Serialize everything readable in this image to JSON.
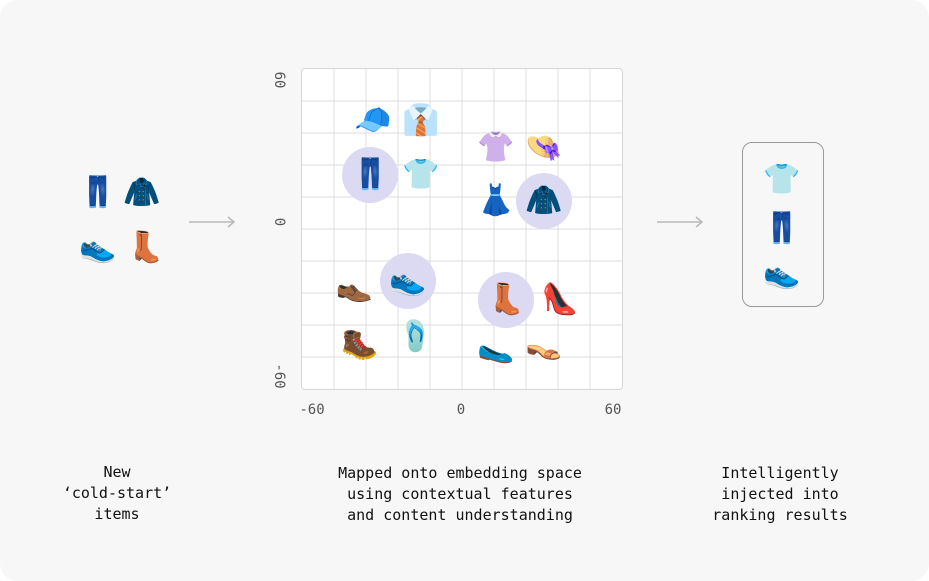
{
  "captions": {
    "left": "New\n‘cold-start’\nitems",
    "middle": "Mapped onto embedding space\nusing contextual features\nand content understanding",
    "right": "Intelligently\ninjected into\nranking results"
  },
  "cold_start_items": [
    {
      "icon": "jeans-icon",
      "glyph": "👖"
    },
    {
      "icon": "coat-icon",
      "glyph": "🧥"
    },
    {
      "icon": "sneaker-icon",
      "glyph": "👟"
    },
    {
      "icon": "boot-icon",
      "glyph": "👢"
    }
  ],
  "result_items": [
    {
      "icon": "polo-shirt-icon",
      "glyph": "👕"
    },
    {
      "icon": "jeans-icon",
      "glyph": "👖"
    },
    {
      "icon": "sneaker-icon",
      "glyph": "👟"
    }
  ],
  "colors": {
    "highlight": "#dcdaf3",
    "grid": "#dcdcdc",
    "arrow": "#b8b8b8"
  },
  "chart_data": {
    "type": "scatter",
    "xlim": [
      -60,
      60
    ],
    "ylim": [
      -60,
      60
    ],
    "xticks": [
      "-60",
      "0",
      "60"
    ],
    "yticks": [
      "60",
      "0",
      "-60"
    ],
    "grid": true,
    "points": [
      {
        "icon": "cap-icon",
        "glyph": "🧢",
        "x": -33,
        "y": 40,
        "highlight": false
      },
      {
        "icon": "shirt-tie-icon",
        "glyph": "👔",
        "x": -15,
        "y": 40,
        "highlight": false
      },
      {
        "icon": "jeans-icon",
        "glyph": "👖",
        "x": -34,
        "y": 20,
        "highlight": true
      },
      {
        "icon": "polo-shirt-icon",
        "glyph": "👕",
        "x": -15,
        "y": 20,
        "highlight": false
      },
      {
        "icon": "blouse-icon",
        "glyph": "👚",
        "x": 13,
        "y": 30,
        "highlight": false
      },
      {
        "icon": "sun-hat-icon",
        "glyph": "👒",
        "x": 31,
        "y": 30,
        "highlight": false
      },
      {
        "icon": "dress-icon",
        "glyph": "👗",
        "x": 13,
        "y": 10,
        "highlight": false
      },
      {
        "icon": "coat-icon",
        "glyph": "🧥",
        "x": 31,
        "y": 10,
        "highlight": true
      },
      {
        "icon": "dress-shoe-icon",
        "glyph": "👞",
        "x": -40,
        "y": -22,
        "highlight": false
      },
      {
        "icon": "sneaker-icon",
        "glyph": "👟",
        "x": -20,
        "y": -20,
        "highlight": true
      },
      {
        "icon": "boot-icon",
        "glyph": "👢",
        "x": 17,
        "y": -27,
        "highlight": true
      },
      {
        "icon": "high-heel-icon",
        "glyph": "👠",
        "x": 37,
        "y": -27,
        "highlight": false
      },
      {
        "icon": "hiking-boot-icon",
        "glyph": "🥾",
        "x": -38,
        "y": -44,
        "highlight": false
      },
      {
        "icon": "flip-flop-icon",
        "glyph": "🩴",
        "x": -17,
        "y": -41,
        "highlight": false
      },
      {
        "icon": "flat-shoe-icon",
        "glyph": "🥿",
        "x": 13,
        "y": -45,
        "highlight": false
      },
      {
        "icon": "sandal-icon",
        "glyph": "👡",
        "x": 31,
        "y": -44,
        "highlight": false
      }
    ]
  }
}
